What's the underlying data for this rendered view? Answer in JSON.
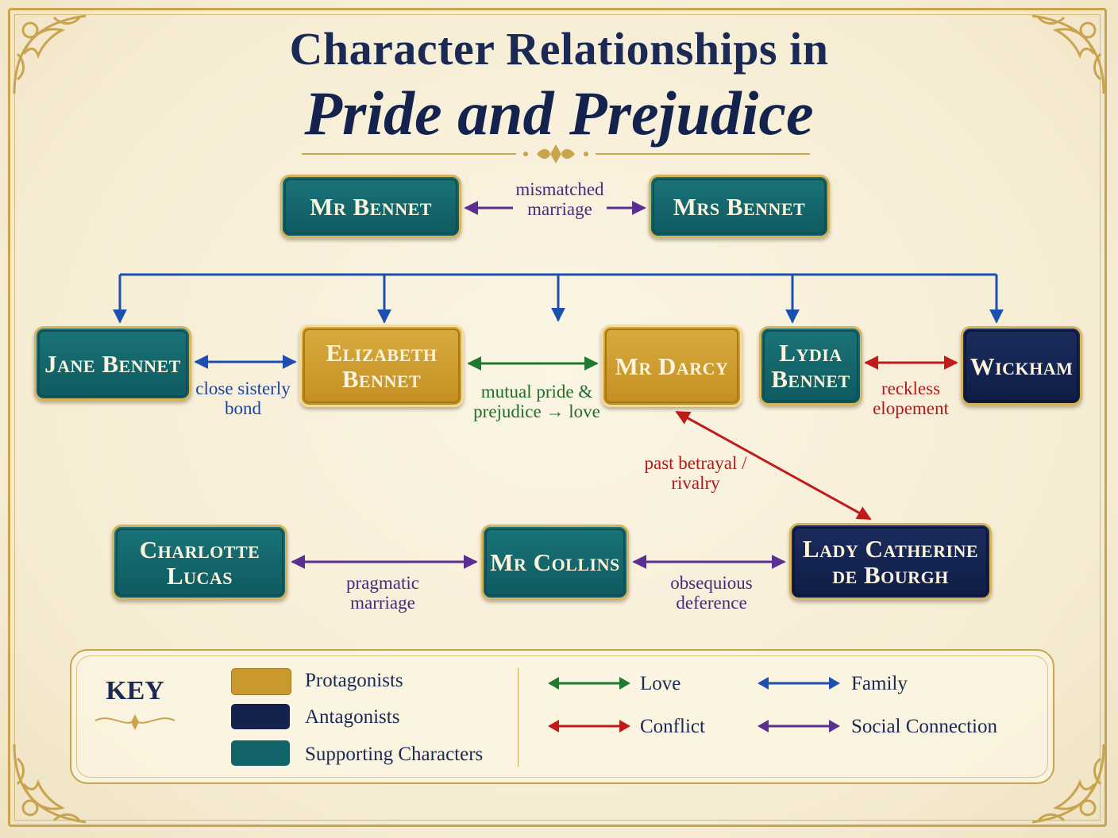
{
  "title": {
    "line1": "Character Relationships in",
    "line2": "Pride and Prejudice"
  },
  "nodes": {
    "mr_bennet": "Mr Bennet",
    "mrs_bennet": "Mrs Bennet",
    "jane_bennet": "Jane Bennet",
    "elizabeth_bennet": "Elizabeth\nBennet",
    "mr_darcy": "Mr Darcy",
    "lydia_bennet": "Lydia\nBennet",
    "wickham": "Wickham",
    "charlotte_lucas": "Charlotte\nLucas",
    "mr_collins": "Mr Collins",
    "lady_catherine": "Lady Catherine\nde Bourgh"
  },
  "relations": {
    "bennets": "mismatched\nmarriage",
    "jane_elizabeth": "close sisterly\nbond",
    "elizabeth_darcy": "mutual pride &\nprejudice → love",
    "lydia_wickham": "reckless\nelopement",
    "darcy_catherine": "past betrayal /\nrivalry",
    "charlotte_collins": "pragmatic\nmarriage",
    "collins_catherine": "obsequious\ndeference"
  },
  "key": {
    "title": "KEY",
    "protagonists": "Protagonists",
    "antagonists": "Antagonists",
    "supporting": "Supporting Characters",
    "love": "Love",
    "conflict": "Conflict",
    "family": "Family",
    "social": "Social Connection"
  },
  "colors": {
    "protagonist": "#c9992e",
    "antagonist": "#13234d",
    "supporting": "#136468",
    "love": "#1f7a2e",
    "conflict": "#c01b1b",
    "family": "#1c4fb0",
    "social": "#5a2f91",
    "gold_frame": "#c9a44e"
  }
}
